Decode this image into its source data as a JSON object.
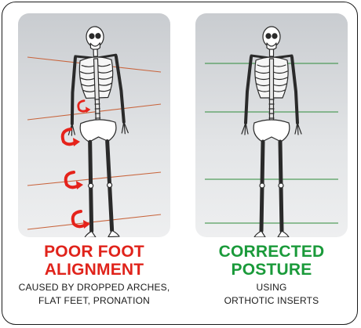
{
  "left_panel": {
    "heading_line1": "POOR FOOT",
    "heading_line2": "ALIGNMENT",
    "subtext_line1": "CAUSED BY DROPPED ARCHES,",
    "subtext_line2": "FLAT FEET, PRONATION",
    "heading_color": "#e0231b",
    "line_color": "#c8643c",
    "arrow_color": "#e5231b"
  },
  "right_panel": {
    "heading_line1": "CORRECTED",
    "heading_line2": "POSTURE",
    "subtext_line1": "USING",
    "subtext_line2": "ORTHOTIC INSERTS",
    "heading_color": "#1a9a3a",
    "line_color": "#2e8b3a"
  },
  "icons": {
    "figure": "skeleton-icon",
    "arrows": "curved-arrow-icon"
  }
}
